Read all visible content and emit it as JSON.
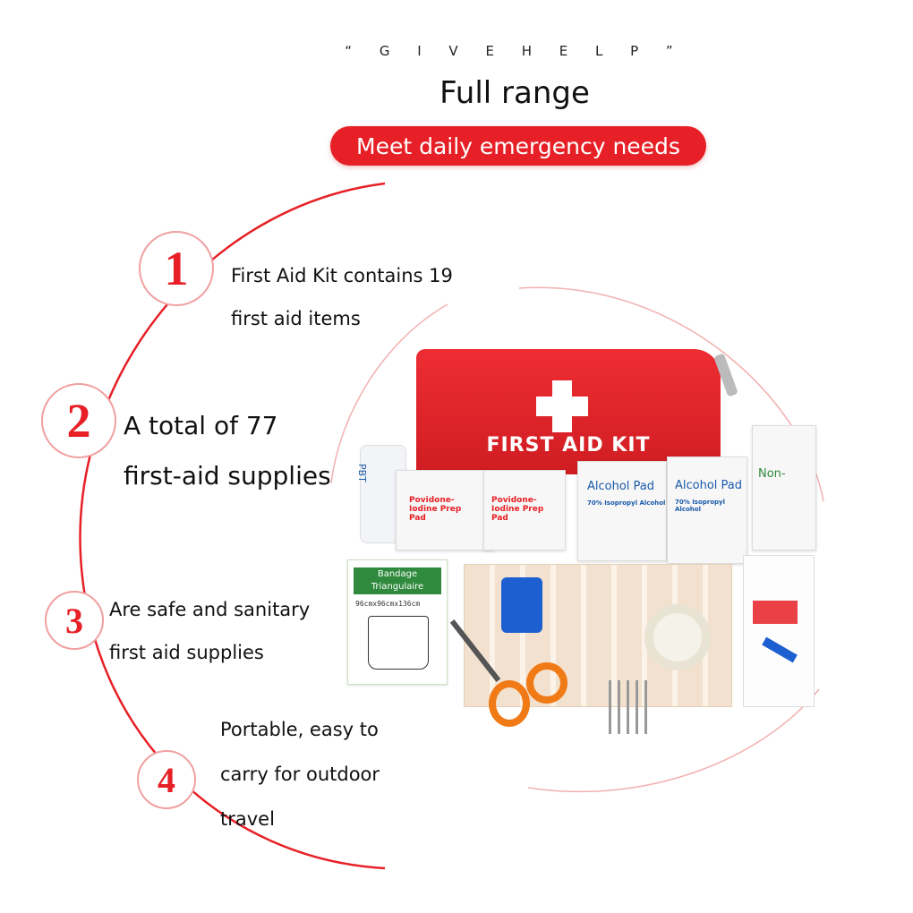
{
  "header": {
    "tagline": "“ G I V E   H E L P ”",
    "title": "Full range",
    "pill": "Meet daily emergency needs"
  },
  "colors": {
    "accent": "#e62026",
    "ring": "#f0a0a0"
  },
  "features": [
    {
      "number": "1",
      "lines": [
        "First Aid Kit contains 19",
        "first aid items"
      ]
    },
    {
      "number": "2",
      "lines": [
        "A total of 77",
        "first-aid supplies"
      ]
    },
    {
      "number": "3",
      "lines": [
        "Are safe and sanitary",
        "first aid supplies"
      ]
    },
    {
      "number": "4",
      "lines": [
        "Portable, easy to",
        "carry for outdoor",
        "travel"
      ]
    }
  ],
  "product": {
    "bag_label": "FIRST AID KIT",
    "pad_left_1": "Povidone-Iodine Prep Pad",
    "pad_left_2": "Povidone-Iodine Prep Pad",
    "pad_right_1": "Alcohol Pad",
    "pad_right_2": "Alcohol Pad",
    "pad_right_sub": "70% Isopropyl Alcohol",
    "triangle_label": "Bandage Triangulaire",
    "triangle_size": "96cmx96cmx136cm",
    "bottle_label": "PBT",
    "non_label": "Non-"
  }
}
